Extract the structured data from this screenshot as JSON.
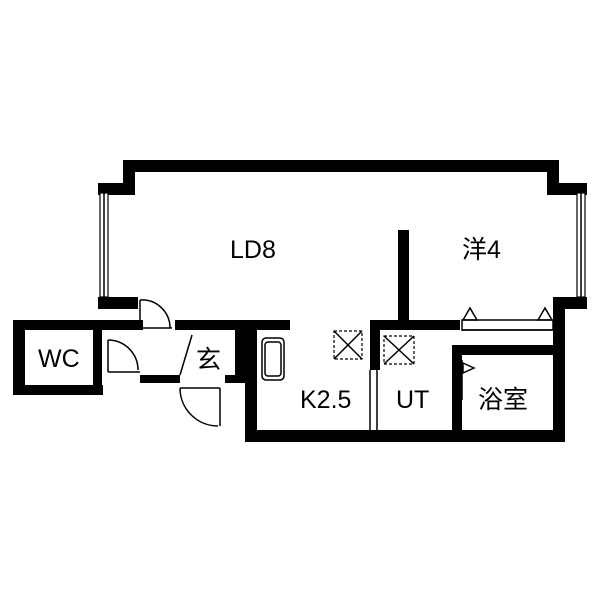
{
  "floor_plan": {
    "rooms": {
      "ld": "LD8",
      "western": "洋4",
      "wc": "WC",
      "entrance": "玄",
      "kitchen": "K2.5",
      "utility": "UT",
      "bath": "浴室"
    },
    "colors": {
      "wall": "#000000",
      "background": "#ffffff"
    }
  }
}
